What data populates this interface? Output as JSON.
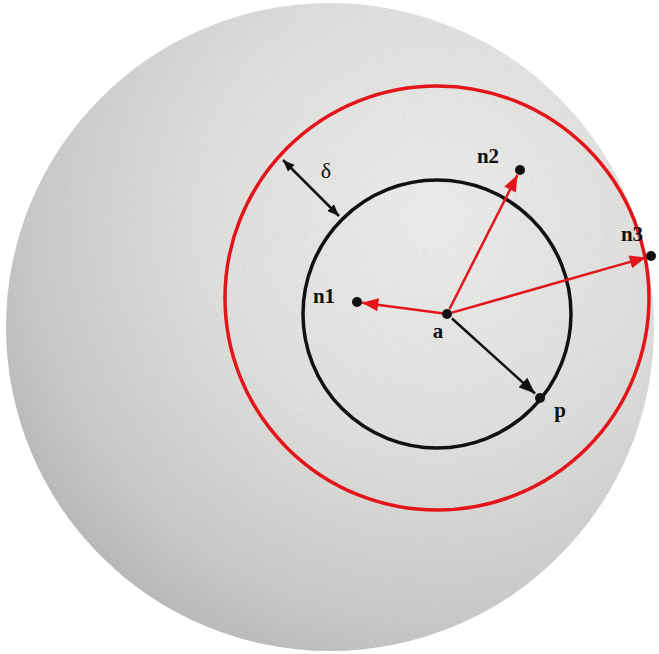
{
  "diagram": {
    "nodes": [
      {
        "text": [
          "n2"
        ]
      },
      {
        "text": [
          "n3"
        ]
      },
      {
        "text": [
          "n1"
        ]
      },
      {
        "text": [
          "a"
        ]
      },
      {
        "text": [
          "p"
        ]
      }
    ],
    "edges": [
      {
        "from": 3,
        "to": 2,
        "arrow": "to"
      },
      {
        "from": 3,
        "to": 0,
        "arrow": "to"
      },
      {
        "from": 3,
        "to": 1,
        "arrow": "to"
      },
      {
        "from": 3,
        "to": 4,
        "arrow": "to"
      }
    ],
    "labels": [
      "δ"
    ]
  }
}
